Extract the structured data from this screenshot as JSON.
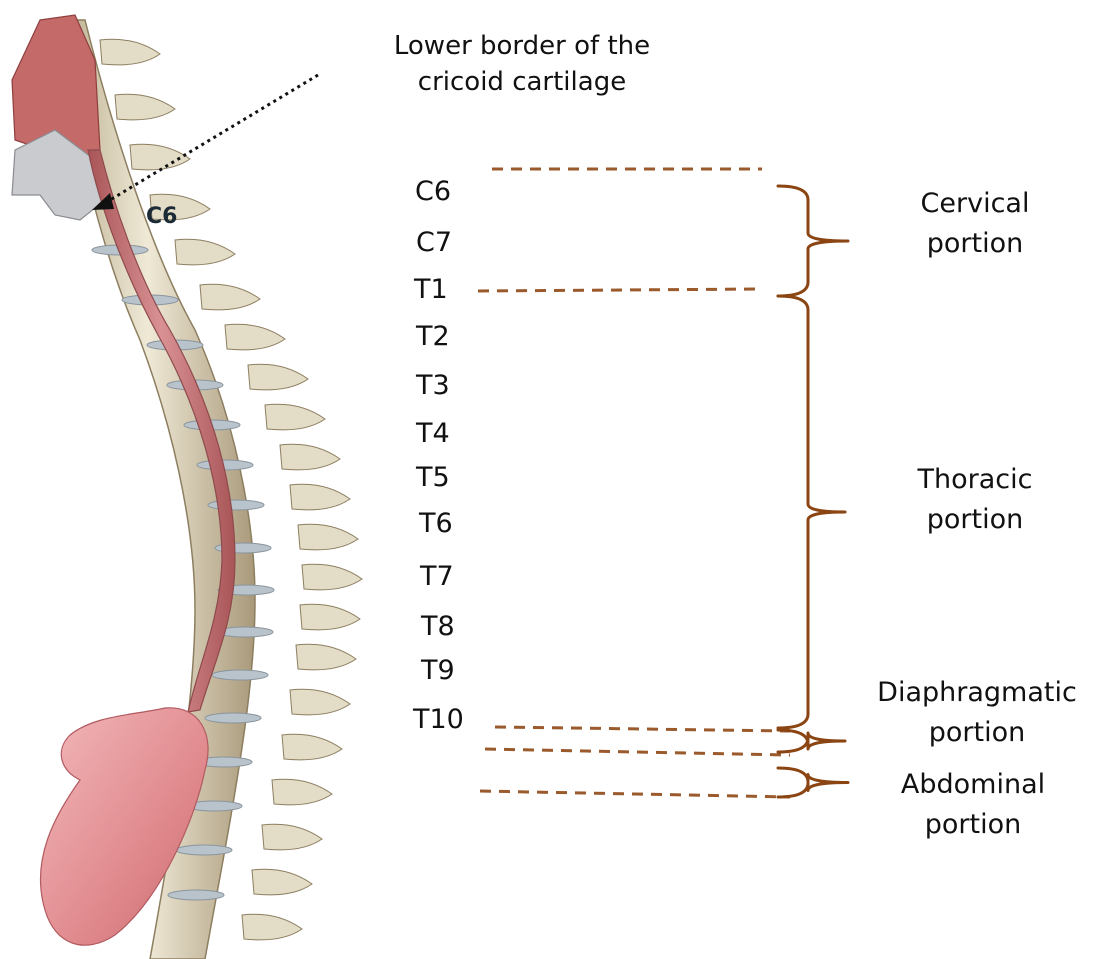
{
  "annotation": {
    "line1": "Lower border of the",
    "line2": "cricoid cartilage"
  },
  "spine_tag": "C6",
  "vertebrae": [
    "C6",
    "C7",
    "T1",
    "T2",
    "T3",
    "T4",
    "T5",
    "T6",
    "T7",
    "T8",
    "T9",
    "T10"
  ],
  "portions": {
    "cervical": {
      "line1": "Cervical",
      "line2": "portion"
    },
    "thoracic": {
      "line1": "Thoracic",
      "line2": "portion"
    },
    "diaphragmatic": {
      "line1": "Diaphragmatic",
      "line2": "portion"
    },
    "abdominal": {
      "line1": "Abdominal",
      "line2": "portion"
    }
  },
  "colors": {
    "bracket": "#8b4513",
    "dashed_line": "#9a5a2c",
    "esophagus": "#c9787a",
    "bone": "#e3dcc6",
    "disc": "#b9c3cc",
    "stomach": "#e49a9d",
    "larynx_grey": "#c9cbcf"
  }
}
